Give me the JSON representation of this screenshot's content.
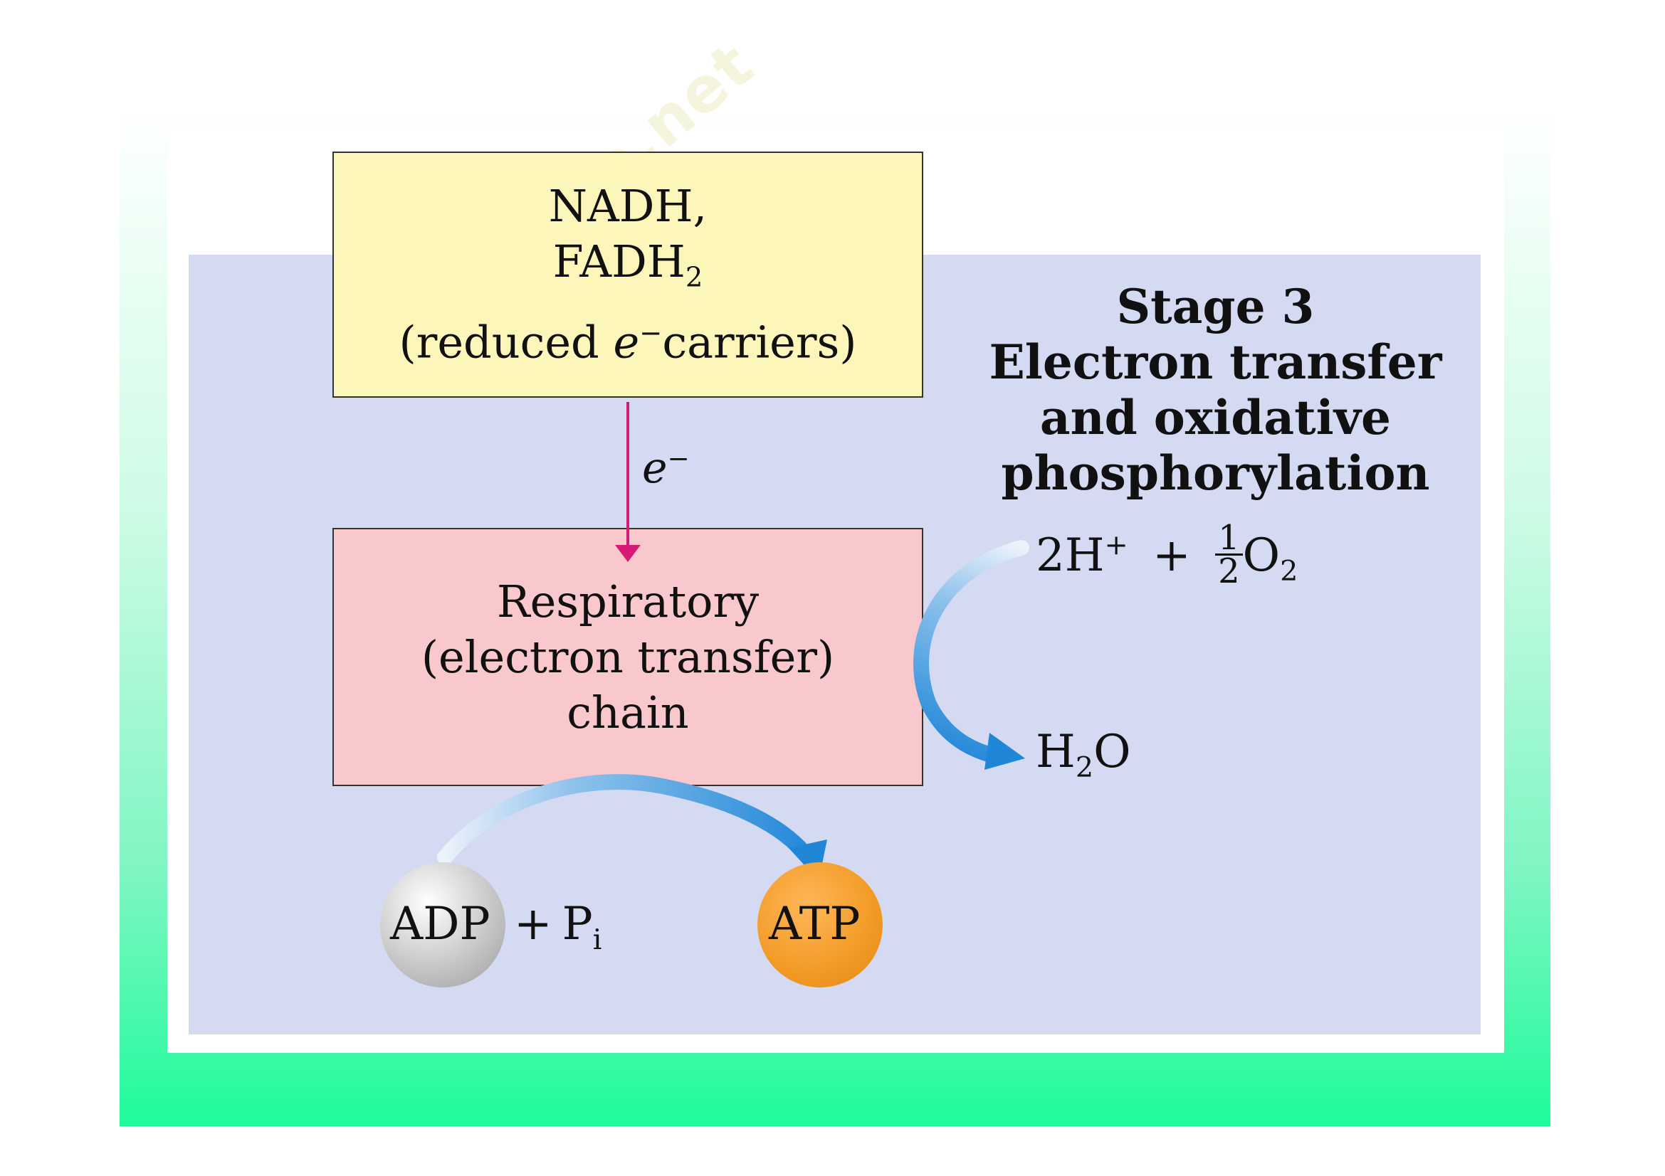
{
  "watermark": {
    "text": "ekubo.net"
  },
  "reactant_box": {
    "line1": "NADH,",
    "line2_base": "FADH",
    "line2_sub": "2",
    "line3_pre": "(reduced ",
    "line3_e": "e",
    "line3_sup": "−",
    "line3_post": "carriers)"
  },
  "electron_arrow": {
    "label_base": "e",
    "label_sup": "−"
  },
  "chain_box": {
    "line1": "Respiratory",
    "line2": "(electron transfer)",
    "line3": "chain"
  },
  "stage": {
    "line1": "Stage 3",
    "line2": "Electron transfer",
    "line3": "and oxidative",
    "line4": "phosphorylation"
  },
  "oxygen_reaction": {
    "reactant_base": "2H",
    "reactant_sup": "+",
    "plus": "+",
    "frac_num": "1",
    "frac_den": "2",
    "o2_base": "O",
    "o2_sub": "2",
    "product_base1": "H",
    "product_sub": "2",
    "product_base2": "O"
  },
  "atp_reaction": {
    "adp": "ADP",
    "plus": "+",
    "pi_base": "P",
    "pi_sub": "i",
    "atp": "ATP"
  },
  "colors": {
    "arrow_blue": "#1f86d8",
    "electron_arrow": "#d61a78",
    "yellow_box": "#fdf6ba",
    "pink_box": "#f8c8cd",
    "lavender": "#d4daf1",
    "atp_orange": "#f29a25"
  }
}
